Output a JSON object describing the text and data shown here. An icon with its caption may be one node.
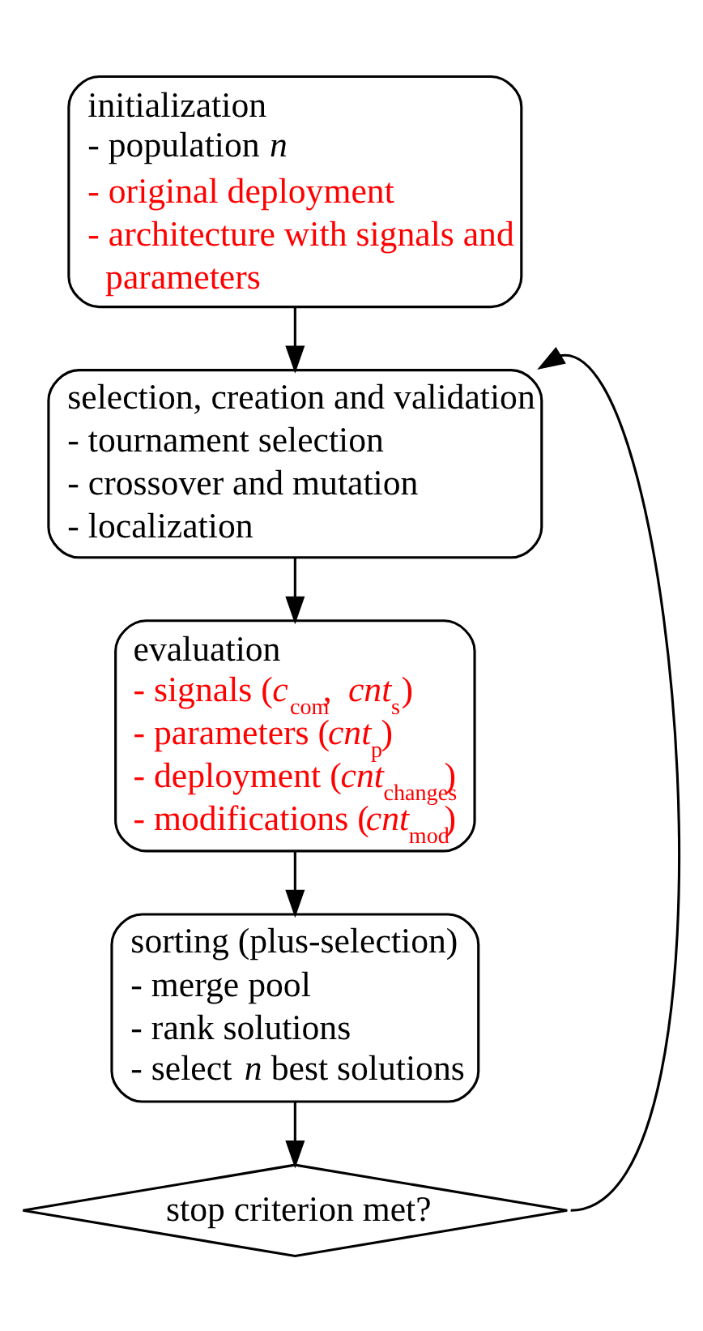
{
  "diagram": {
    "nodes": [
      {
        "text": [
          "initialization",
          "- population *n*",
          "- original deployment",
          "- architecture with signals and parameters"
        ]
      },
      {
        "text": [
          "selection, creation and validation",
          "- tournament selection",
          "- crossover and mutation",
          "- localization"
        ]
      },
      {
        "text": [
          "evaluation",
          "- signals (*c*$_{com}$, *cnt*$_{s}$)",
          "- parameters (*cnt*$_{p}$)",
          "- deployment (*cnt*$_{changes}$)",
          "- modifications (*cnt*$_{mod}$)"
        ]
      },
      {
        "text": [
          "sorting (plus-selection)",
          "- merge pool",
          "- rank solutions",
          "- select *n* best solutions"
        ]
      },
      {
        "text": [
          "stop criterion met?"
        ]
      }
    ],
    "edges": [
      {
        "from": 0,
        "to": 1,
        "arrow": "to"
      },
      {
        "from": 1,
        "to": 2,
        "arrow": "to"
      },
      {
        "from": 2,
        "to": 3,
        "arrow": "to"
      },
      {
        "from": 3,
        "to": 4,
        "arrow": "to"
      },
      {
        "from": 4,
        "to": 1,
        "arrow": "to"
      }
    ]
  }
}
